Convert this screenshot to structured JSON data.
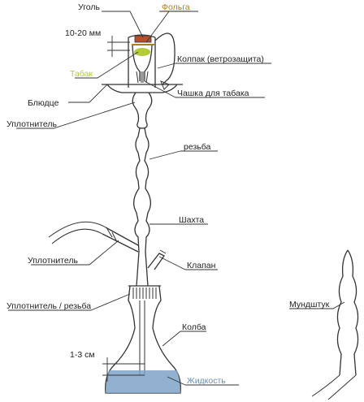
{
  "labels": {
    "coal": "Уголь",
    "foil": "Фольга",
    "gap": "10-20 мм",
    "windcover": "Колпак (ветрозащита)",
    "tobacco": "Табак",
    "saucer": "Блюдце",
    "bowl": "Чашка для табака",
    "seal_top": "Уплотнитель",
    "thread": "резьба",
    "stem": "Шахта",
    "seal_hose": "Уплотнитель",
    "valve": "Клапан",
    "seal_thread": "Уплотнитель / резьба",
    "vase": "Колба",
    "depth": "1-3 см",
    "liquid": "Жидкость",
    "mouthpiece": "Мундштук"
  },
  "colors": {
    "foil": "#b07a2a",
    "tobacco": "#b5cc3a",
    "coal": "#b5512a",
    "liquid": "#7fa2c8",
    "liquid_label": "#6a8fb5"
  }
}
